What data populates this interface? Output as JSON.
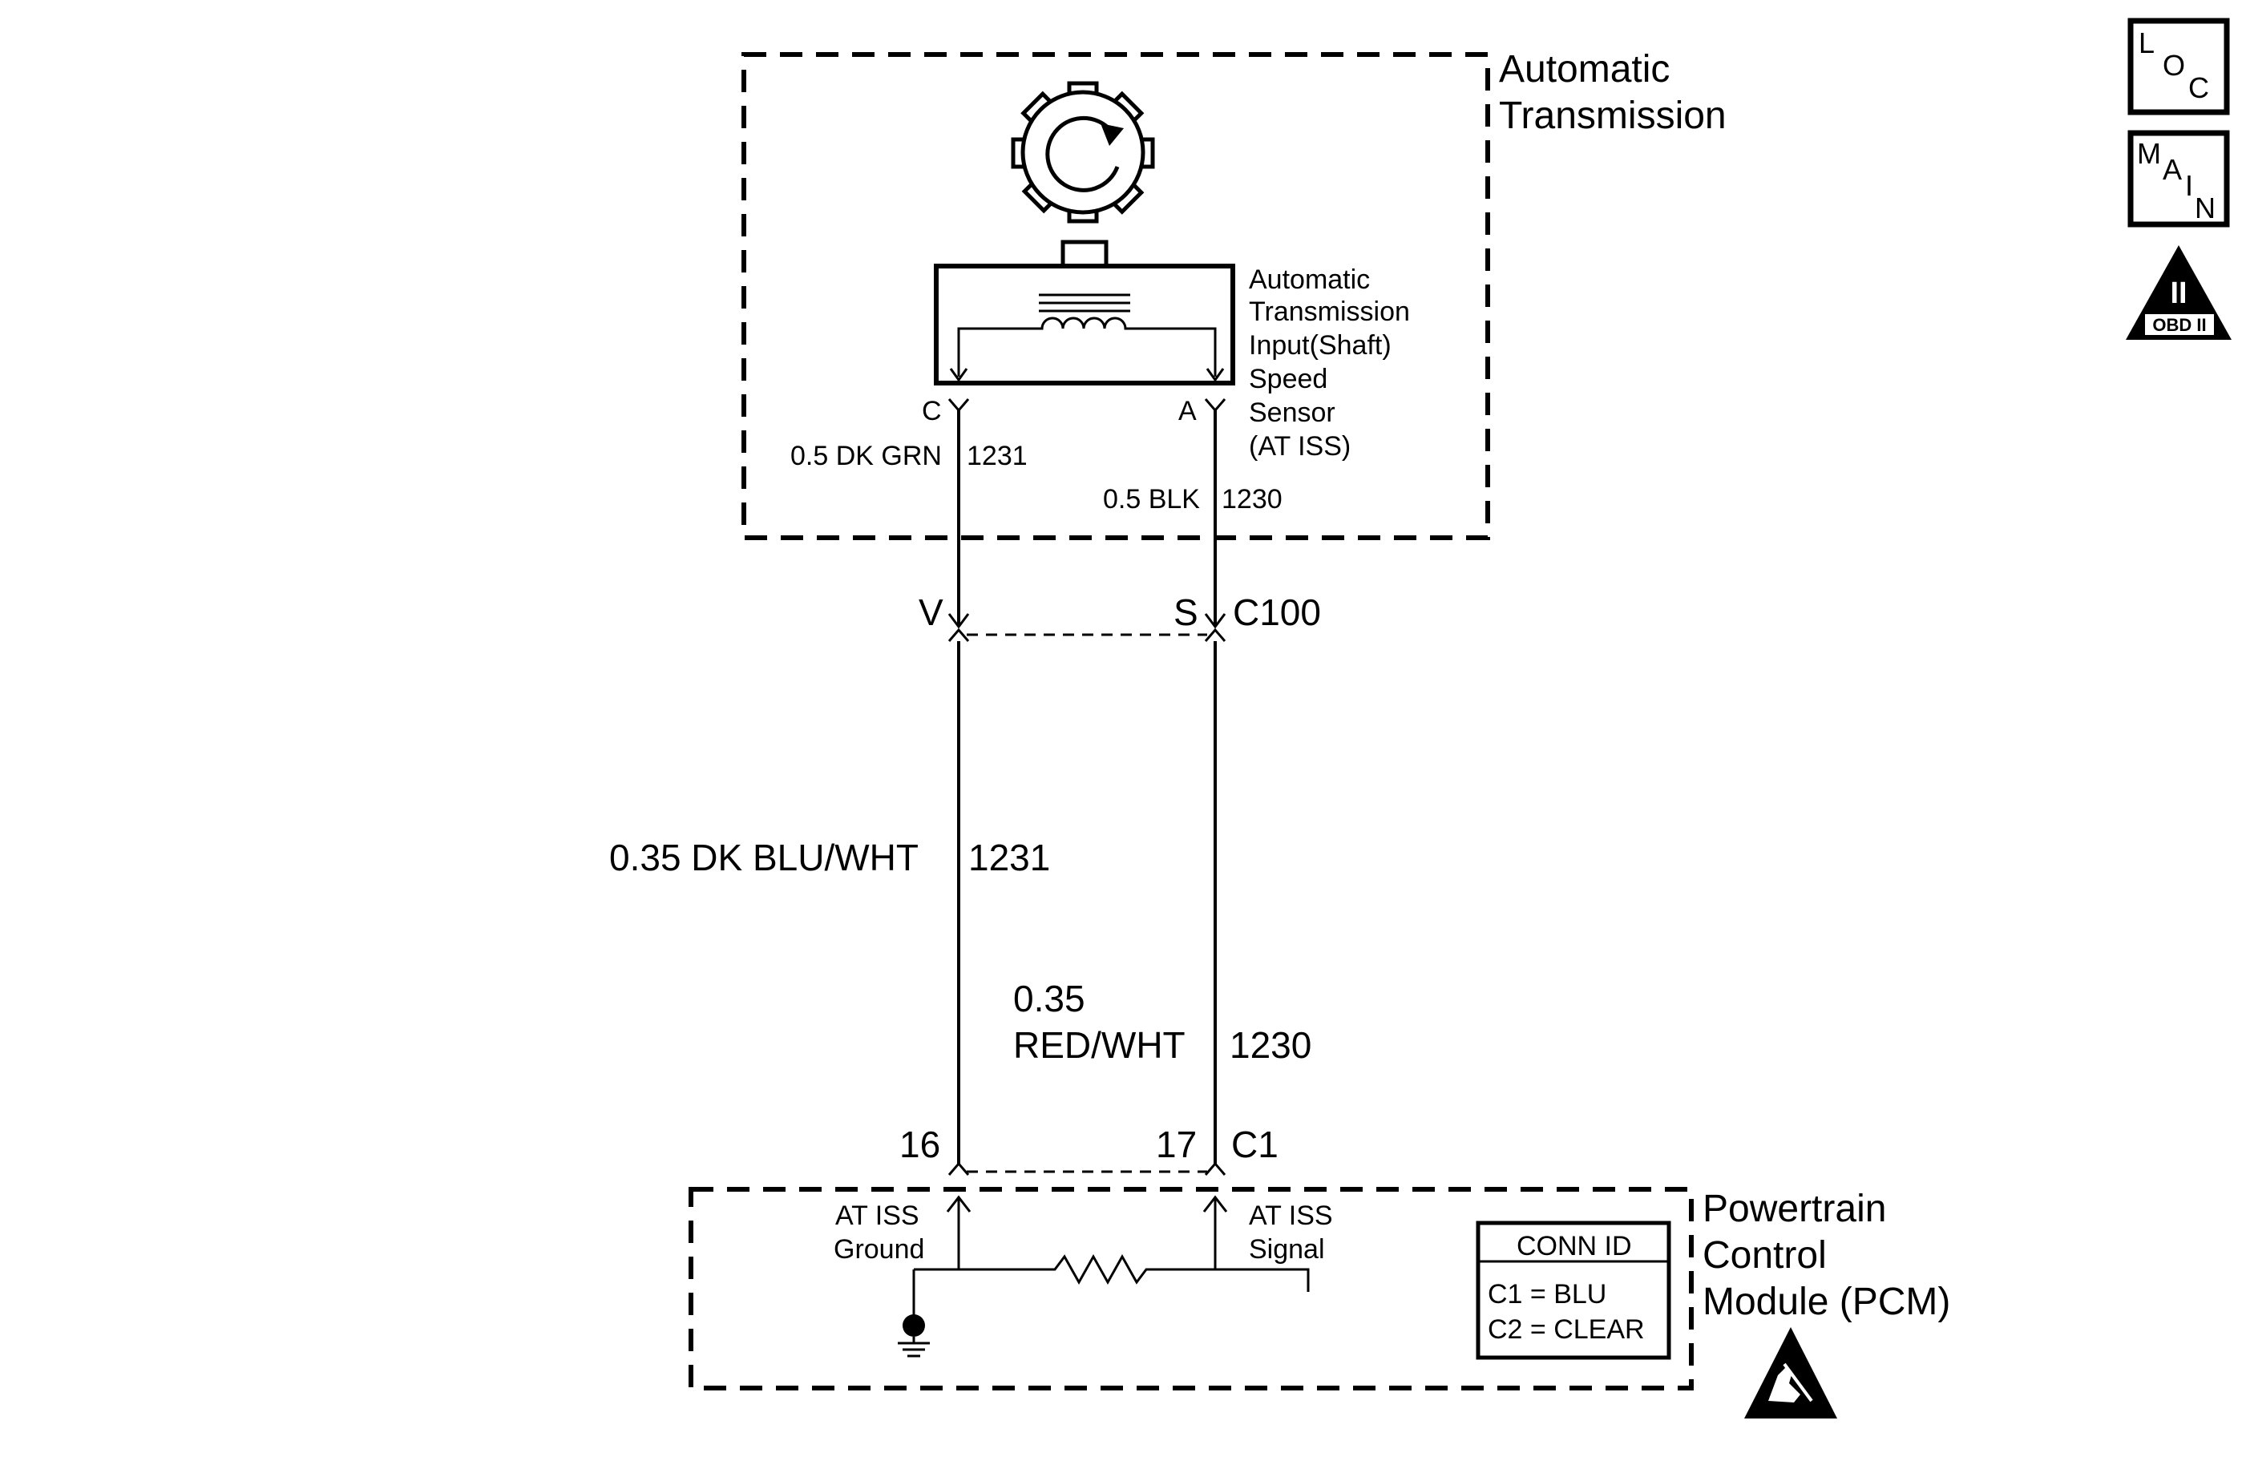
{
  "transmission_block": {
    "title_line1": "Automatic",
    "title_line2": "Transmission"
  },
  "sensor": {
    "label_lines": [
      "Automatic",
      "Transmission",
      "Input(Shaft)",
      "Speed",
      "Sensor",
      "(AT ISS)"
    ],
    "pin_c": "C",
    "pin_a": "A",
    "wire_c_label": "0.5 DK GRN",
    "wire_c_circuit": "1231",
    "wire_a_label": "0.5 BLK",
    "wire_a_circuit": "1230"
  },
  "connector_c100": {
    "pin_v": "V",
    "pin_s": "S",
    "name": "C100"
  },
  "harness": {
    "wire_left_label": "0.35 DK BLU/WHT",
    "wire_left_circuit": "1231",
    "wire_right_label_line1": "0.35",
    "wire_right_label_line2": "RED/WHT",
    "wire_right_circuit": "1230"
  },
  "pcm_connector": {
    "pin_left": "16",
    "pin_right": "17",
    "name": "C1"
  },
  "pcm_block": {
    "title_line1": "Powertrain",
    "title_line2": "Control",
    "title_line3": "Module (PCM)",
    "ground_label_line1": "AT ISS",
    "ground_label_line2": "Ground",
    "signal_label_line1": "AT ISS",
    "signal_label_line2": "Signal",
    "conn_id_header": "CONN ID",
    "conn_id_rows": [
      "C1 = BLU",
      "C2 = CLEAR"
    ]
  },
  "side_icons": {
    "loc_letters": [
      "L",
      "O",
      "C"
    ],
    "main_letters": [
      "M",
      "A",
      "I",
      "N"
    ],
    "obd_numeral": "II",
    "obd_label": "OBD II"
  }
}
